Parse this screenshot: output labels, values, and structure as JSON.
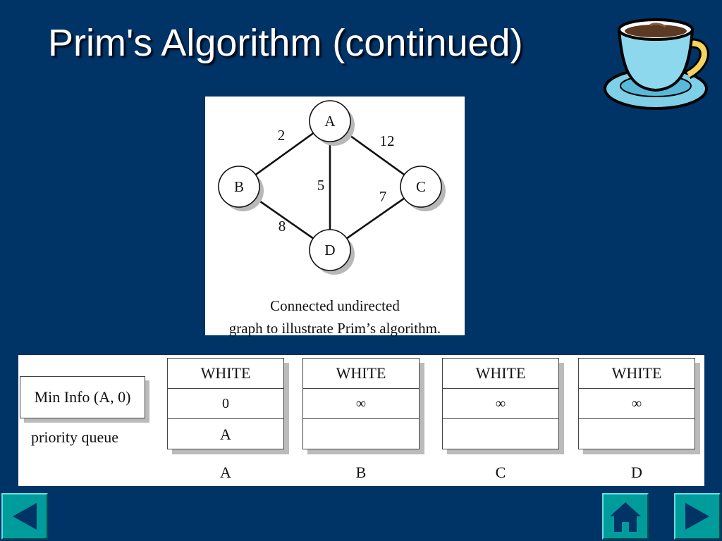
{
  "slide": {
    "title": "Prim's Algorithm (continued)"
  },
  "graph": {
    "nodes": [
      {
        "id": "A",
        "label": "A"
      },
      {
        "id": "B",
        "label": "B"
      },
      {
        "id": "C",
        "label": "C"
      },
      {
        "id": "D",
        "label": "D"
      }
    ],
    "edges": [
      {
        "from": "A",
        "to": "B",
        "weight": "2"
      },
      {
        "from": "A",
        "to": "C",
        "weight": "12"
      },
      {
        "from": "A",
        "to": "D",
        "weight": "5"
      },
      {
        "from": "B",
        "to": "D",
        "weight": "8"
      },
      {
        "from": "C",
        "to": "D",
        "weight": "7"
      }
    ],
    "caption_line1": "Connected undirected",
    "caption_line2": "graph to illustrate Prim’s algorithm."
  },
  "priority_queue": {
    "min_info": "Min Info (A, 0)",
    "label": "priority queue",
    "vertices": [
      {
        "color": "WHITE",
        "distance": "0",
        "parent": "A",
        "name": "A"
      },
      {
        "color": "WHITE",
        "distance": "∞",
        "parent": "",
        "name": "B"
      },
      {
        "color": "WHITE",
        "distance": "∞",
        "parent": "",
        "name": "C"
      },
      {
        "color": "WHITE",
        "distance": "∞",
        "parent": "",
        "name": "D"
      }
    ]
  },
  "navigation": {
    "prev_icon": "arrow-left-icon",
    "home_icon": "home-icon",
    "next_icon": "arrow-right-icon"
  },
  "colors": {
    "background": "#003366",
    "nav_button": "#009c9c",
    "nav_glyph": "#003366"
  }
}
